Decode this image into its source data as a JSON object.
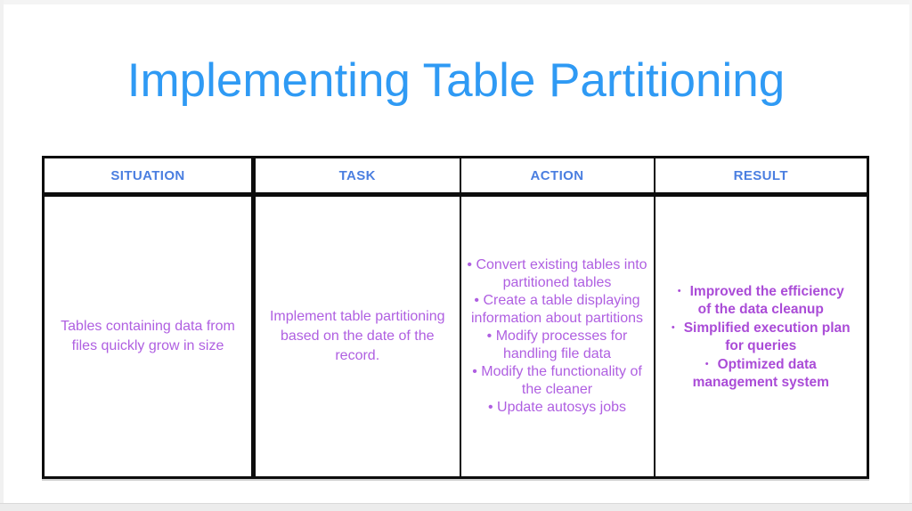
{
  "colors": {
    "title_blue": "#2f9af4",
    "header_blue": "#4a7ee0",
    "body_purple": "#af5fe1",
    "result_purple": "#aa4cd7",
    "border_black": "#0d0d0d",
    "letterbox_gray": "#ececec"
  },
  "title": {
    "text": "Implementing Table Partitioning"
  },
  "table": {
    "columns": [
      {
        "id": "situation",
        "header": "SITUATION",
        "type": "text",
        "lines": [
          "Tables containing data from",
          "files quickly grow in size"
        ]
      },
      {
        "id": "task",
        "header": "TASK",
        "type": "text",
        "lines": [
          "Implement table partitioning",
          "based on the date of the",
          "record."
        ]
      },
      {
        "id": "action",
        "header": "ACTION",
        "type": "bullets",
        "bullets": [
          {
            "lines": [
              "Convert existing tables into",
              "partitioned tables"
            ]
          },
          {
            "lines": [
              "Create a table displaying",
              "information about partitions"
            ]
          },
          {
            "lines": [
              "Modify processes for",
              "handling file data"
            ]
          },
          {
            "lines": [
              "Modify the functionality of",
              "the cleaner"
            ]
          },
          {
            "lines": [
              "Update autosys jobs"
            ]
          }
        ]
      },
      {
        "id": "result",
        "header": "RESULT",
        "type": "bullets",
        "bold": true,
        "bullets": [
          {
            "lines": [
              "Improved the efficiency",
              "of the data cleanup"
            ]
          },
          {
            "lines": [
              "Simplified execution plan",
              "for queries"
            ]
          },
          {
            "lines": [
              "Optimized data",
              "management system"
            ]
          }
        ]
      }
    ]
  }
}
